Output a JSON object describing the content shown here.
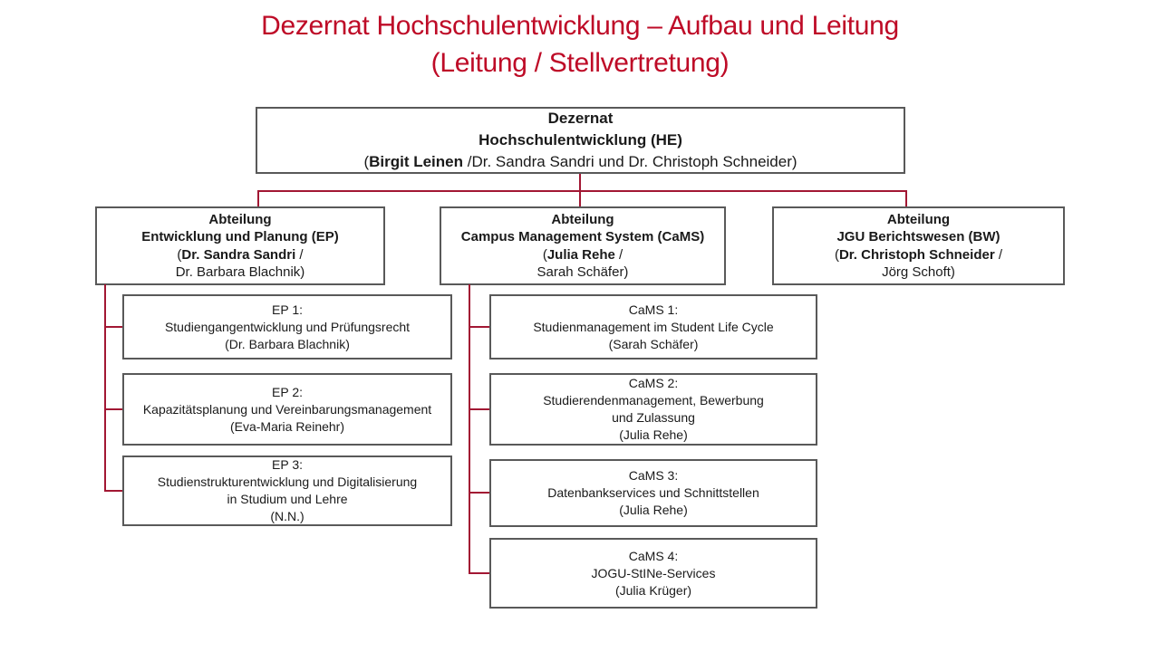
{
  "title": {
    "line1": "Dezernat Hochschulentwicklung – Aufbau und Leitung",
    "line2": "(Leitung / Stellvertretung)"
  },
  "colors": {
    "title": "#be0b27",
    "connector": "#a21733",
    "box_border": "#595959",
    "text": "#1a1a1a",
    "background": "#ffffff"
  },
  "root": {
    "line1": "Dezernat",
    "line2": "Hochschulentwicklung (HE)",
    "paren": "(",
    "head": "Birgit Leinen",
    "rest": " /Dr. Sandra Sandri und Dr. Christoph Schneider)"
  },
  "departments": [
    {
      "title": "Abteilung",
      "name": "Entwicklung und Planung (EP)",
      "paren": "(",
      "head": "Dr. Sandra Sandri",
      "sep": " /",
      "deputy": "Dr. Barbara Blachnik)"
    },
    {
      "title": "Abteilung",
      "name": "Campus Management System (CaMS)",
      "paren": "(",
      "head": "Julia Rehe",
      "sep": " /",
      "deputy": "Sarah Schäfer)"
    },
    {
      "title": "Abteilung",
      "name": "JGU Berichtswesen (BW)",
      "paren": "(",
      "head": "Dr. Christoph Schneider",
      "sep": " /",
      "deputy": "Jörg Schoft)"
    }
  ],
  "units_ep": [
    {
      "code": "EP 1:",
      "name": "Studiengangentwicklung und Prüfungsrecht",
      "person": "(Dr. Barbara Blachnik)"
    },
    {
      "code": "EP 2:",
      "name": "Kapazitätsplanung und Vereinbarungsmanagement",
      "person": "(Eva-Maria Reinehr)"
    },
    {
      "code": "EP 3:",
      "name": "Studienstrukturentwicklung und Digitalisierung",
      "name2": "in Studium und Lehre",
      "person": "(N.N.)"
    }
  ],
  "units_cams": [
    {
      "code": "CaMS 1:",
      "name": "Studienmanagement im Student Life Cycle",
      "person": "(Sarah Schäfer)"
    },
    {
      "code": "CaMS 2:",
      "name": "Studierendenmanagement, Bewerbung",
      "name2": "und Zulassung",
      "person": "(Julia Rehe)"
    },
    {
      "code": "CaMS 3:",
      "name": "Datenbankservices und Schnittstellen",
      "person": "(Julia Rehe)"
    },
    {
      "code": "CaMS 4:",
      "name": "JOGU-StINe-Services",
      "person": "(Julia Krüger)"
    }
  ]
}
